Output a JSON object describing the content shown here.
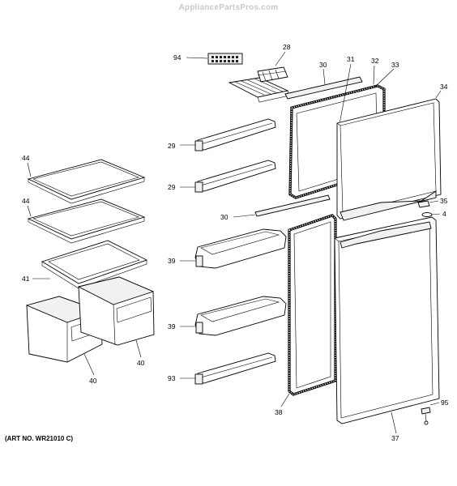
{
  "watermark": "AppliancePartsPros.com",
  "art_number": "(ART NO. WR21010 C)",
  "callouts": {
    "c94": "94",
    "c28": "28",
    "c30a": "30",
    "c31": "31",
    "c32": "32",
    "c33": "33",
    "c34": "34",
    "c29a": "29",
    "c29b": "29",
    "c44a": "44",
    "c44b": "44",
    "c30b": "30",
    "c35": "35",
    "c4": "4",
    "c39a": "39",
    "c39b": "39",
    "c41": "41",
    "c40a": "40",
    "c40b": "40",
    "c93": "93",
    "c38": "38",
    "c95": "95",
    "c37": "37"
  }
}
